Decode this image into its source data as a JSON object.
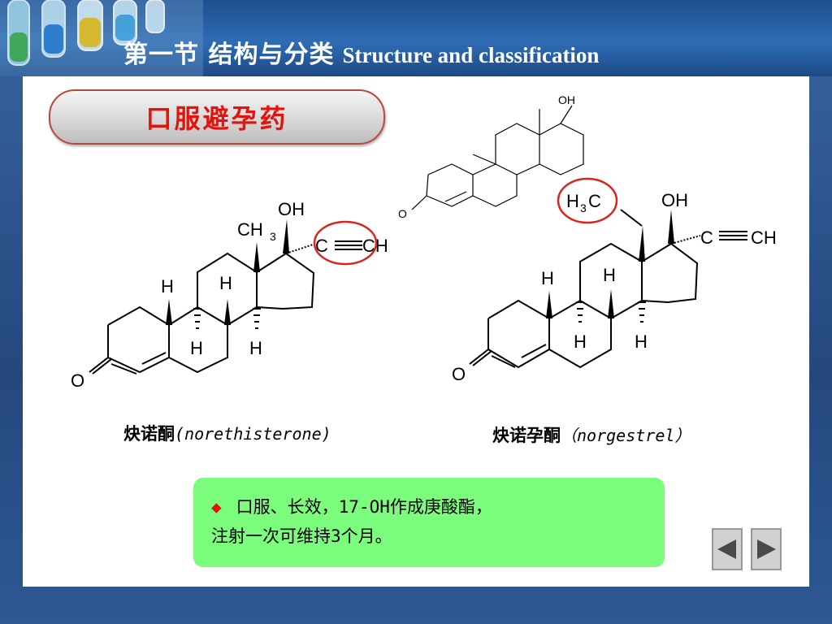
{
  "slide": {
    "title_cn": "第一节 结构与分类",
    "title_en": "Structure and classification",
    "section_label": "口服避孕药",
    "compounds": [
      {
        "name_cn": "炔诺酮",
        "name_en": "(norethisterone)"
      },
      {
        "name_cn": "炔诺孕酮",
        "name_en": "（norgestrel）"
      }
    ],
    "note": {
      "line1": "口服、长效，17-OH作成庚酸酯，",
      "line2": "注射一次可维持3个月。"
    },
    "atoms": {
      "oh": "OH",
      "ch3": "CH",
      "three": "3",
      "h": "H",
      "o": "O",
      "c": "C",
      "ch": "CH",
      "h3c_h": "H",
      "h3c_3": "3",
      "h3c_c": "C"
    }
  },
  "colors": {
    "accent_red": "#e3140e",
    "note_green": "#7cfc7c",
    "frame_blue": "#2a4f86"
  },
  "icons": {
    "prev": "triangle-left-icon",
    "next": "triangle-right-icon",
    "bullet": "diamond-icon"
  }
}
